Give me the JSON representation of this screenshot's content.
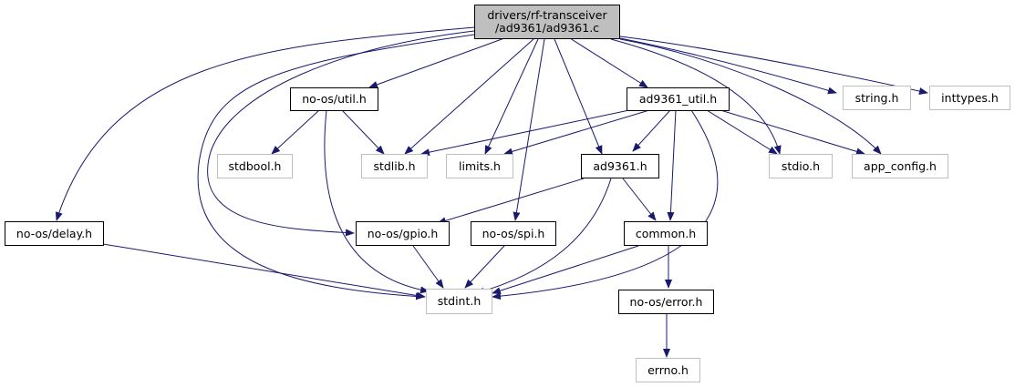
{
  "graph": {
    "root": {
      "line1": "drivers/rf-transceiver",
      "line2": "/ad9361/ad9361.c"
    },
    "nodes": {
      "no_os_util_h": "no-os/util.h",
      "ad9361_util_h": "ad9361_util.h",
      "string_h": "string.h",
      "inttypes_h": "inttypes.h",
      "stdbool_h": "stdbool.h",
      "stdlib_h": "stdlib.h",
      "limits_h": "limits.h",
      "ad9361_h": "ad9361.h",
      "stdio_h": "stdio.h",
      "app_config_h": "app_config.h",
      "no_os_delay_h": "no-os/delay.h",
      "no_os_gpio_h": "no-os/gpio.h",
      "no_os_spi_h": "no-os/spi.h",
      "common_h": "common.h",
      "stdint_h": "stdint.h",
      "no_os_error_h": "no-os/error.h",
      "errno_h": "errno.h"
    },
    "edge_color": "#191970",
    "external_border_color": "#bfbfbf",
    "root_fill_color": "#bfbfbf"
  }
}
